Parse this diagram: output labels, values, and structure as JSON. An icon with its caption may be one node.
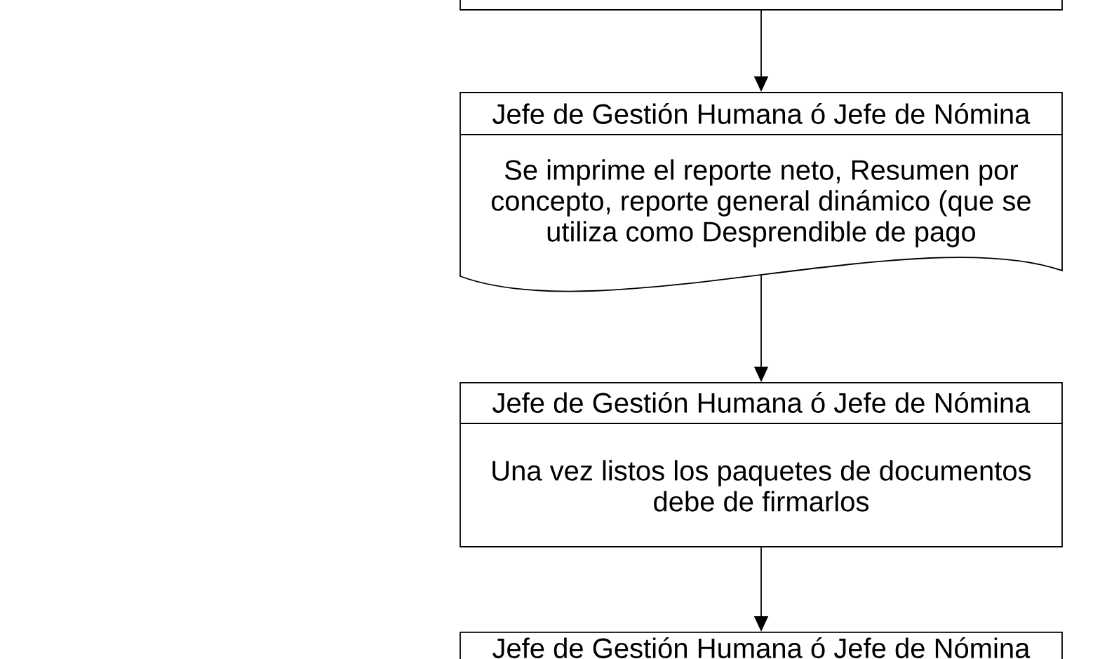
{
  "diagram": {
    "nodes": [
      {
        "text": [],
        "shape": "box"
      },
      {
        "text": [
          "Jefe de Gestión Humana ó Jefe de Nómina",
          "Se imprime el reporte neto, Resumen por concepto, reporte general dinámico (que se utiliza como Desprendible de pago"
        ]
      },
      {
        "text": [
          "Jefe de Gestión Humana ó Jefe de Nómina",
          "Una vez listos los paquetes de documentos debe de firmarlos"
        ]
      },
      {
        "text": [
          "Jefe de Gestión Humana ó Jefe de Nómina"
        ]
      }
    ],
    "edges": [
      {
        "from": 0,
        "to": 1,
        "arrow": "to"
      },
      {
        "from": 1,
        "to": 2,
        "arrow": "to"
      },
      {
        "from": 2,
        "to": 3,
        "arrow": "to"
      }
    ]
  }
}
